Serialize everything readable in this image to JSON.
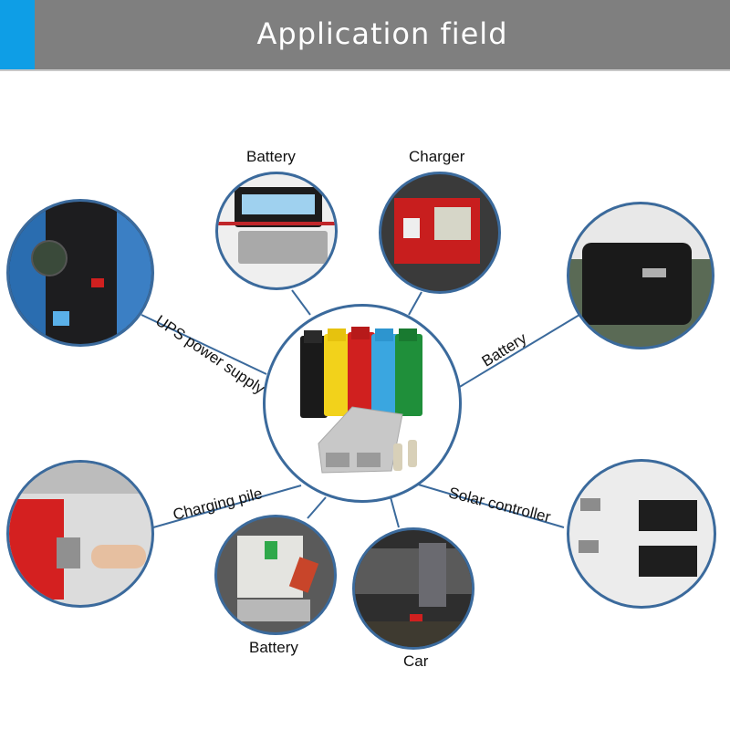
{
  "header": {
    "title": "Application field",
    "accent_color": "#0e9ee6",
    "band_color": "#7f7f7f"
  },
  "center": {
    "name": "Anderson style connectors (black, yellow, red, blue, green, grey) with terminals"
  },
  "applications": [
    {
      "id": "battery-top",
      "label": "Battery",
      "image": "battery meter with grey connector"
    },
    {
      "id": "charger",
      "label": "Charger",
      "image": "red battery charger"
    },
    {
      "id": "ups",
      "label": "UPS power supply",
      "image": "UPS rear panel with red connector"
    },
    {
      "id": "battery-right",
      "label": "Battery",
      "image": "battery box with grey connector"
    },
    {
      "id": "charging-pile",
      "label": "Charging pile",
      "image": "red charging station with plug"
    },
    {
      "id": "solar",
      "label": "Solar controller",
      "image": "solar controllers with grey connectors"
    },
    {
      "id": "battery-bottom",
      "label": "Battery",
      "image": "battery with orange connector"
    },
    {
      "id": "car",
      "label": "Car",
      "image": "car bumper with red connector"
    }
  ],
  "colors": {
    "ring": "#3b6a9c",
    "connector_colors": [
      "#1a1a1a",
      "#f2d21b",
      "#d0201f",
      "#3aa6e0",
      "#1f8f3a",
      "#bdbdbd"
    ]
  }
}
